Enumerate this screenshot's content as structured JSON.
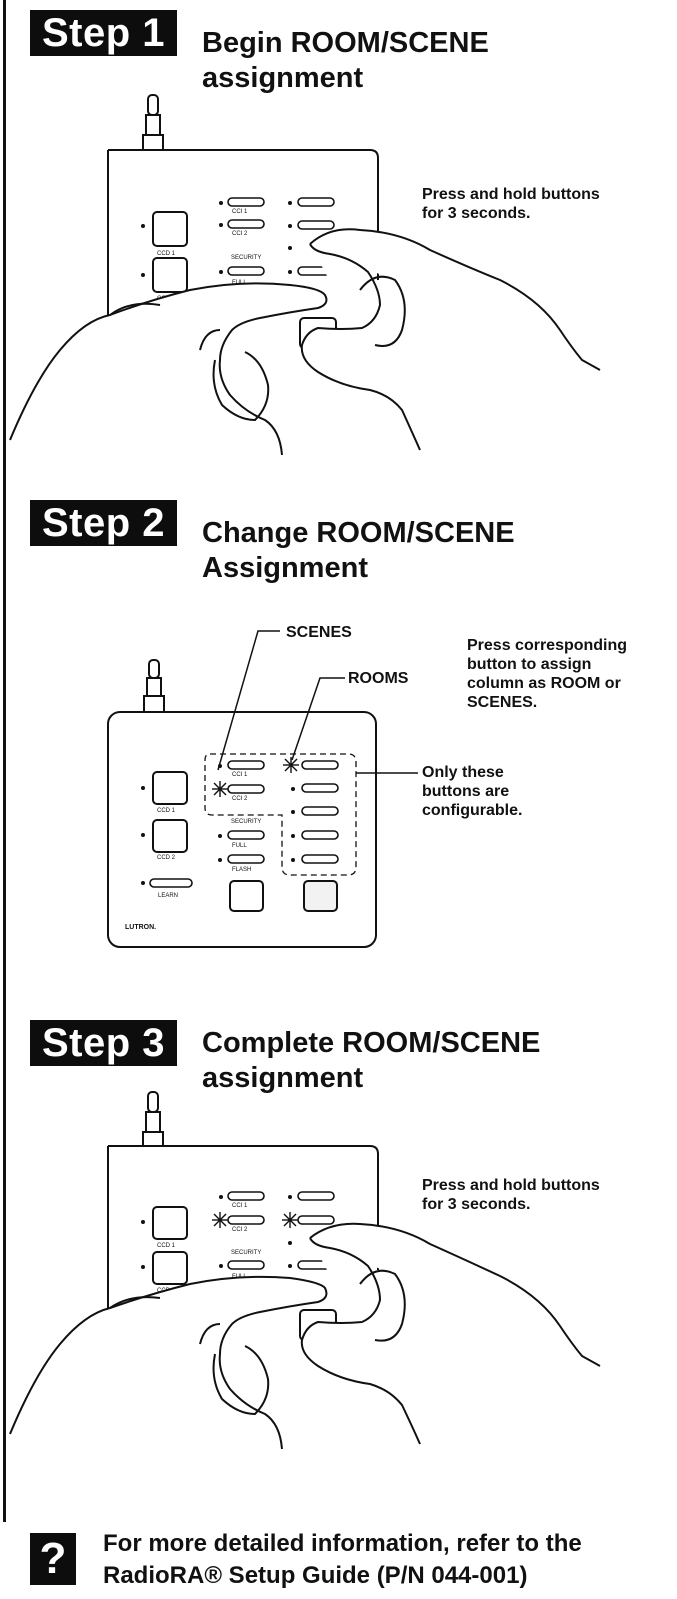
{
  "steps": [
    {
      "badge": "Step 1",
      "title_line1": "Begin ROOM/SCENE",
      "title_line2": "assignment",
      "note_line1": "Press and hold buttons",
      "note_line2": "for 3 seconds."
    },
    {
      "badge": "Step 2",
      "title_line1": "Change ROOM/SCENE",
      "title_line2": "Assignment",
      "note_line1": "Press corresponding",
      "note_line2": "button to assign",
      "note_line3": "column as ROOM or",
      "note_line4": "SCENES.",
      "callout_scenes": "SCENES",
      "callout_rooms": "ROOMS",
      "callout_config_line1": "Only these",
      "callout_config_line2": "buttons are",
      "callout_config_line3": "configurable."
    },
    {
      "badge": "Step 3",
      "title_line1": "Complete ROOM/SCENE",
      "title_line2": "assignment",
      "note_line1": "Press and hold buttons",
      "note_line2": "for 3 seconds."
    }
  ],
  "device": {
    "ccd1": "CCD 1",
    "ccd2": "CCD 2",
    "cci1": "CCI 1",
    "cci2": "CCI 2",
    "security": "SECURITY",
    "full": "FULL",
    "flash": "FLASH",
    "learn": "LEARN",
    "brand": "LUTRON."
  },
  "footer": {
    "icon": "question-mark-icon",
    "line1": "For more detailed information, refer to the",
    "line2": "RadioRA® Setup Guide (P/N 044-001)"
  }
}
